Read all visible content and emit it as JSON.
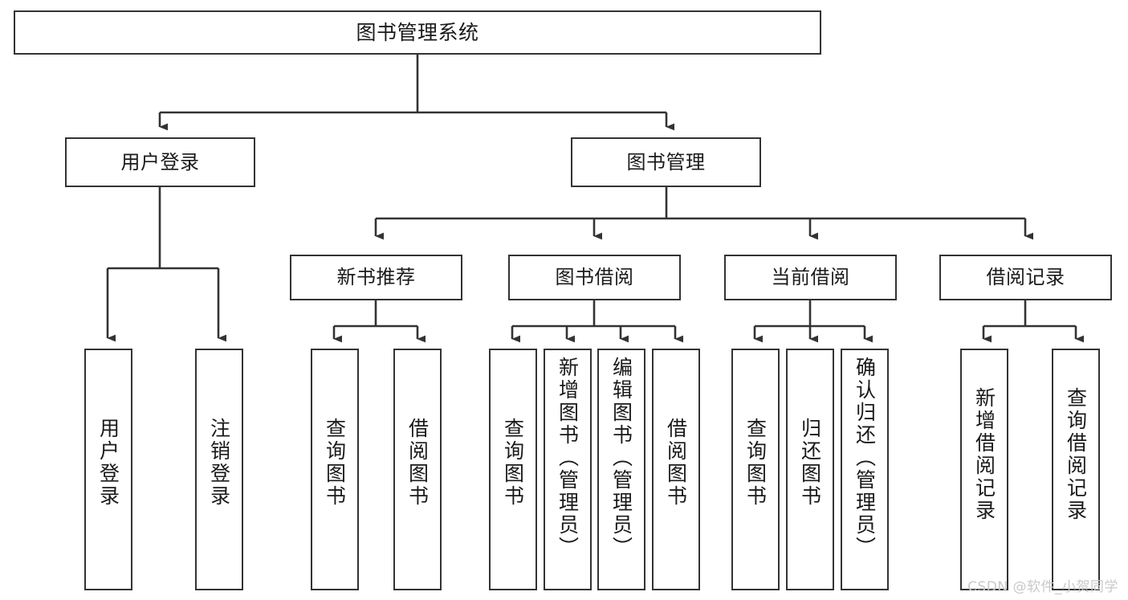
{
  "diagram": {
    "title": "图书管理系统",
    "type": "tree-hierarchy-chart",
    "watermark": "CSDN @软件_小贺同学",
    "colors": {
      "box_border": "#333333",
      "box_fill": "#ffffff",
      "edge": "#333333",
      "text": "#1a1a1a",
      "watermark": "#c9c9c9",
      "background": "#ffffff"
    },
    "levels": {
      "root": {
        "label": "图书管理系统"
      },
      "level2": [
        {
          "id": "user-login",
          "label": "用户登录"
        },
        {
          "id": "book-manage",
          "label": "图书管理"
        }
      ],
      "level3": [
        {
          "id": "new-book-recommend",
          "label": "新书推荐"
        },
        {
          "id": "book-borrow",
          "label": "图书借阅"
        },
        {
          "id": "current-borrow",
          "label": "当前借阅"
        },
        {
          "id": "borrow-record",
          "label": "借阅记录"
        }
      ],
      "leaves": {
        "user-login": [
          {
            "id": "leaf-user-login",
            "label": "用户登录"
          },
          {
            "id": "leaf-logout-login",
            "label": "注销登录"
          }
        ],
        "new-book-recommend": [
          {
            "id": "leaf-query-book-1",
            "label": "查询图书"
          },
          {
            "id": "leaf-borrow-book-1",
            "label": "借阅图书"
          }
        ],
        "book-borrow": [
          {
            "id": "leaf-query-book-2",
            "label": "查询图书"
          },
          {
            "id": "leaf-add-book",
            "label": "新增图书（管理员）"
          },
          {
            "id": "leaf-edit-book",
            "label": "编辑图书（管理员）"
          },
          {
            "id": "leaf-borrow-book-2",
            "label": "借阅图书"
          }
        ],
        "current-borrow": [
          {
            "id": "leaf-query-book-3",
            "label": "查询图书"
          },
          {
            "id": "leaf-return-book",
            "label": "归还图书"
          },
          {
            "id": "leaf-confirm-return",
            "label": "确认归还（管理员）"
          }
        ],
        "borrow-record": [
          {
            "id": "leaf-add-record",
            "label": "新增借阅记录"
          },
          {
            "id": "leaf-query-record",
            "label": "查询借阅记录"
          }
        ]
      }
    }
  }
}
